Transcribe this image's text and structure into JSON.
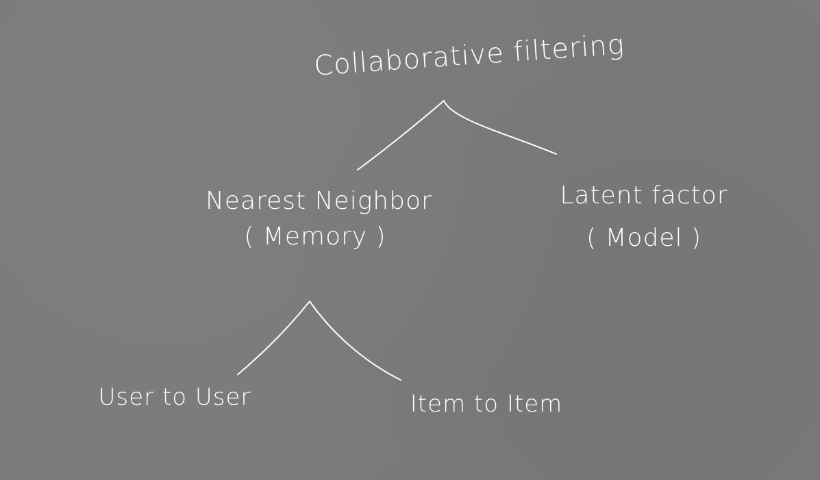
{
  "diagram": {
    "root": {
      "label": "Collaborative filtering"
    },
    "nearest_neighbor": {
      "label": "Nearest Neighbor",
      "sublabel": "( Memory )"
    },
    "latent_factor": {
      "label": "Latent factor",
      "sublabel": "( Model )"
    },
    "user_to_user": {
      "label": "User to User"
    },
    "item_to_item": {
      "label": "Item to Item"
    }
  },
  "colors": {
    "background": "#7a7a7a",
    "ink": "#ffffff"
  }
}
